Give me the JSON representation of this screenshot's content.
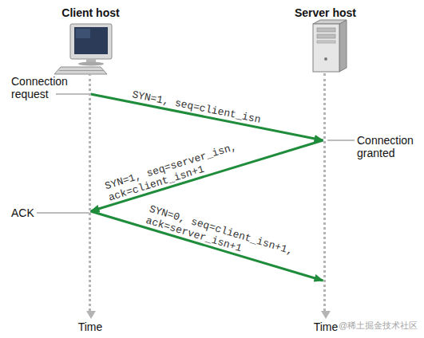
{
  "diagram": {
    "nodes": [
      {
        "text": [
          "Client host"
        ]
      },
      {
        "text": [
          "Server host"
        ]
      }
    ],
    "edges": [
      {
        "from": 0,
        "to": 1,
        "label": "SYN=1, seq=client_isn",
        "arrow": "to"
      },
      {
        "from": 1,
        "to": 0,
        "label": "SYN=1, seq=server_isn, ack=client_isn+1",
        "arrow": "to"
      },
      {
        "from": 0,
        "to": 1,
        "label": "SYN=0, seq=client_isn+1, ack=server_isn+1",
        "arrow": "to"
      }
    ],
    "labels": [
      "Connection request",
      "Connection granted",
      "ACK",
      "Time",
      "Time",
      "@稀土掘金技术社区"
    ]
  }
}
